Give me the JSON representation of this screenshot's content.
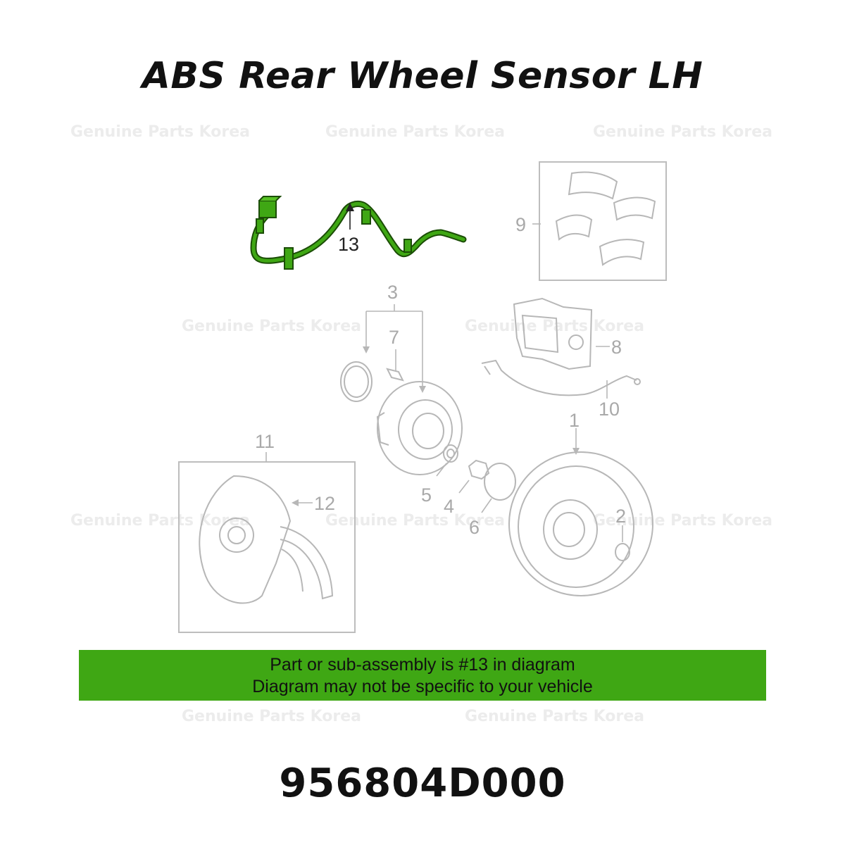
{
  "title": "ABS Rear Wheel Sensor LH",
  "watermark": "Genuine Parts Korea",
  "callouts": {
    "c1": "1",
    "c2": "2",
    "c3": "3",
    "c4": "4",
    "c5": "5",
    "c6": "6",
    "c7": "7",
    "c8": "8",
    "c9": "9",
    "c10": "10",
    "c11": "11",
    "c12": "12",
    "c13": "13"
  },
  "banner": {
    "line1": "Part or sub-assembly is #13 in diagram",
    "line2": "Diagram may not be specific to your vehicle"
  },
  "part_number": "956804D000",
  "colors": {
    "highlight_part": "#3fa714",
    "banner": "#3fa714",
    "diagram_lines": "#b7b7b7"
  }
}
